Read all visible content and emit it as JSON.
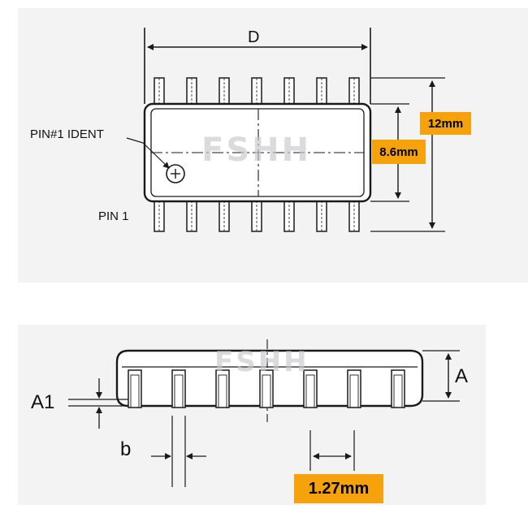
{
  "watermark": "FSHH",
  "top_view": {
    "dim_d": "D",
    "pin1_ident": "PIN#1 IDENT",
    "pin1": "PIN 1",
    "height_outer": "12mm",
    "height_body": "8.6mm"
  },
  "side_view": {
    "dim_a": "A",
    "dim_a1": "A1",
    "dim_b": "b",
    "pitch": "1.27mm"
  },
  "colors": {
    "badge": "#f5a20c",
    "line": "#1a1a1a",
    "panel": "#f3f3f4"
  }
}
